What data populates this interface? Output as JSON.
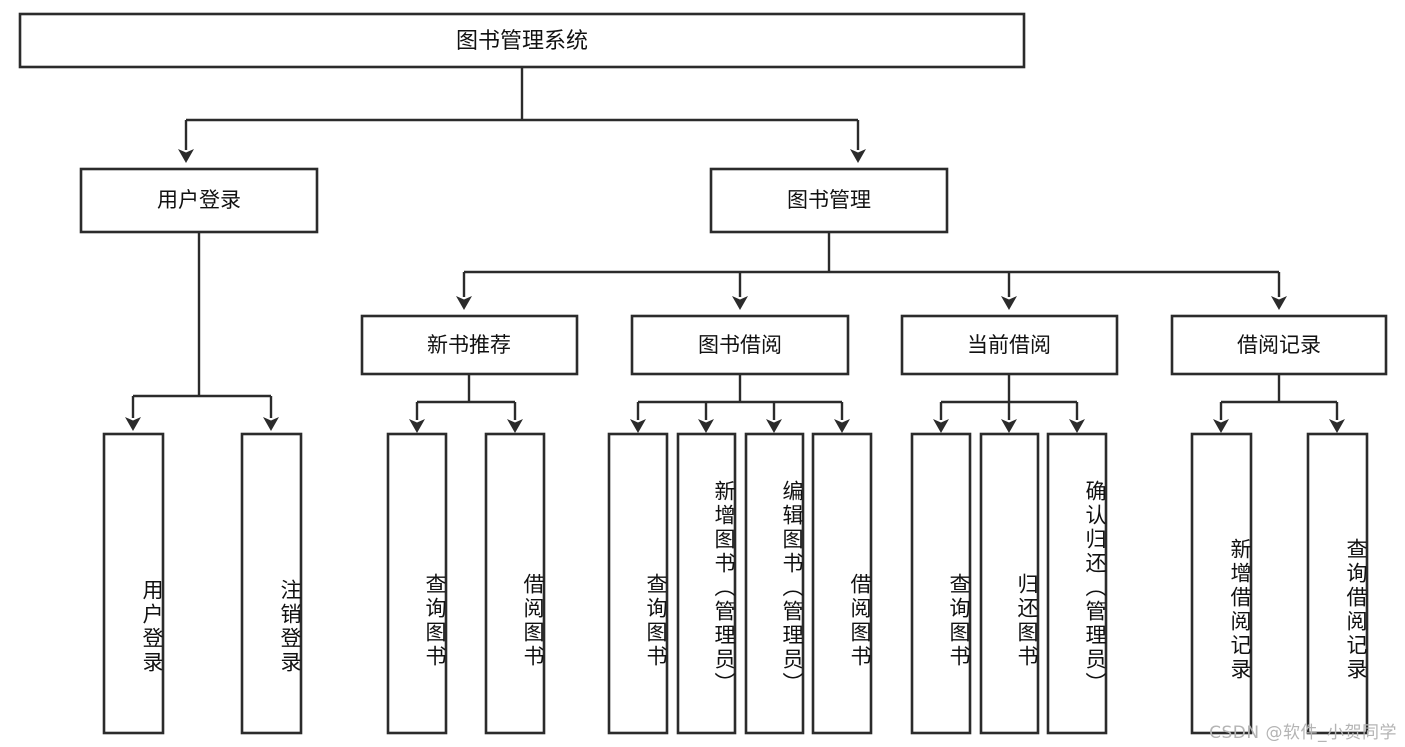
{
  "diagram": {
    "type": "tree-hierarchy-chart",
    "title": "图书管理系统",
    "background_color": "#ffffff",
    "box_stroke_color": "#2b2b2b",
    "box_fill_color": "#ffffff",
    "text_color": "#111111",
    "connector_color": "#2b2b2b"
  },
  "root": {
    "label": "图书管理系统"
  },
  "level1": [
    {
      "label": "用户登录"
    },
    {
      "label": "图书管理"
    }
  ],
  "level2": [
    {
      "label": "新书推荐"
    },
    {
      "label": "图书借阅"
    },
    {
      "label": "当前借阅"
    },
    {
      "label": "借阅记录"
    }
  ],
  "leaves": {
    "user_login": [
      {
        "label": "用户登录"
      },
      {
        "label": "注销登录"
      }
    ],
    "new_book_recommend": [
      {
        "label": "查询图书"
      },
      {
        "label": "借阅图书"
      }
    ],
    "book_borrow": [
      {
        "label": "查询图书"
      },
      {
        "label": "新增图书（管理员）"
      },
      {
        "label": "编辑图书（管理员）"
      },
      {
        "label": "借阅图书"
      }
    ],
    "current_borrow": [
      {
        "label": "查询图书"
      },
      {
        "label": "归还图书"
      },
      {
        "label": "确认归还（管理员）"
      }
    ],
    "borrow_record": [
      {
        "label": "新增借阅记录"
      },
      {
        "label": "查询借阅记录"
      }
    ]
  },
  "watermark": {
    "text": "CSDN @软件_小贺同学"
  }
}
